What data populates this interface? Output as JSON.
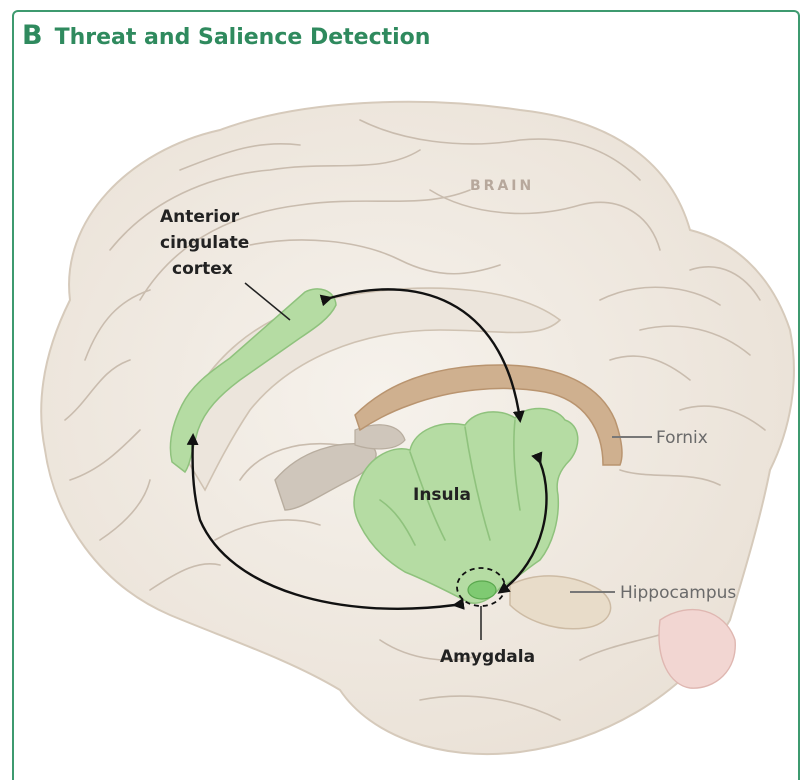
{
  "panel": {
    "letter": "B",
    "title": "Threat and Salience Detection"
  },
  "labels": {
    "brain": "BRAIN",
    "acc_line1": "Anterior",
    "acc_line2": "cingulate",
    "acc_line3": "cortex",
    "insula": "Insula",
    "amygdala": "Amygdala",
    "fornix": "Fornix",
    "hippocampus": "Hippocampus"
  },
  "colors": {
    "accent": "#2f8a5e",
    "border": "#3e9a6f",
    "highlight_green": "#b5dca3",
    "brain_tissue": "#f1ebe3",
    "fornix": "#cfb08f"
  },
  "icons": {
    "arrows": "curved-bidirectional-arrows"
  }
}
